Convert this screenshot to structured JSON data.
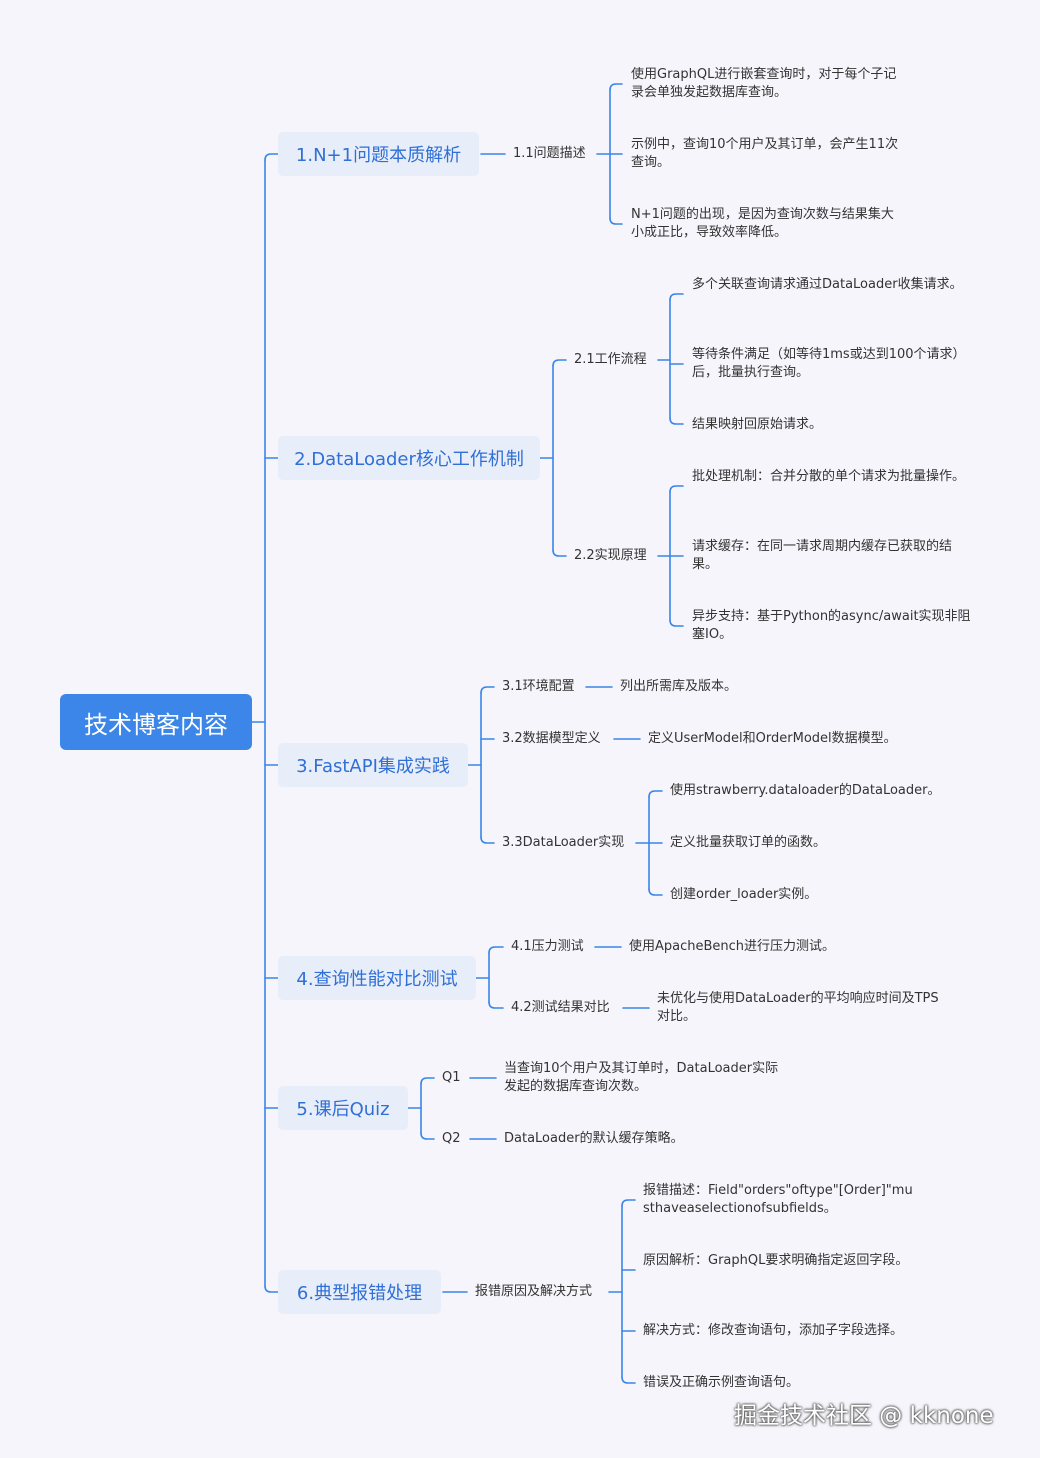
{
  "root": "技术博客内容",
  "sections": [
    {
      "title": "1.N+1问题本质解析",
      "children": [
        {
          "label": "1.1问题描述",
          "leaves": [
            "使用GraphQL进行嵌套查询时，对于每个子记录会单独发起数据库查询。",
            "示例中，查询10个用户及其订单，会产生11次查询。",
            "N+1问题的出现，是因为查询次数与结果集大小成正比，导致效率降低。"
          ]
        }
      ]
    },
    {
      "title": "2.DataLoader核心工作机制",
      "children": [
        {
          "label": "2.1工作流程",
          "leaves": [
            "多个关联查询请求通过DataLoader收集请求。",
            "等待条件满足（如等待1ms或达到100个请求）后，批量执行查询。",
            "结果映射回原始请求。"
          ]
        },
        {
          "label": "2.2实现原理",
          "leaves": [
            "批处理机制：合并分散的单个请求为批量操作。",
            "请求缓存：在同一请求周期内缓存已获取的结果。",
            "异步支持：基于Python的async/await实现非阻塞IO。"
          ]
        }
      ]
    },
    {
      "title": "3.FastAPI集成实践",
      "children": [
        {
          "label": "3.1环境配置",
          "leaves": [
            "列出所需库及版本。"
          ]
        },
        {
          "label": "3.2数据模型定义",
          "leaves": [
            "定义UserModel和OrderModel数据模型。"
          ]
        },
        {
          "label": "3.3DataLoader实现",
          "leaves": [
            "使用strawberry.dataloader的DataLoader。",
            "定义批量获取订单的函数。",
            "创建order_loader实例。"
          ]
        }
      ]
    },
    {
      "title": "4.查询性能对比测试",
      "children": [
        {
          "label": "4.1压力测试",
          "leaves": [
            "使用ApacheBench进行压力测试。"
          ]
        },
        {
          "label": "4.2测试结果对比",
          "leaves": [
            "未优化与使用DataLoader的平均响应时间及TPS对比。"
          ]
        }
      ]
    },
    {
      "title": "5.课后Quiz",
      "children": [
        {
          "label": "Q1",
          "leaves": [
            "当查询10个用户及其订单时，DataLoader实际发起的数据库查询次数。"
          ]
        },
        {
          "label": "Q2",
          "leaves": [
            "DataLoader的默认缓存策略。"
          ]
        }
      ]
    },
    {
      "title": "6.典型报错处理",
      "children": [
        {
          "label": "报错原因及解决方式",
          "leaves": [
            "报错描述：Field\"orders\"oftype\"[Order]\"musthaveaselectionofsubfields。",
            "原因解析：GraphQL要求明确指定返回字段。",
            "解决方式：修改查询语句，添加子字段选择。",
            "错误及正确示例查询语句。"
          ]
        }
      ]
    }
  ],
  "watermark": "掘金技术社区 @ kknone",
  "colors": {
    "line": "#3b86e8",
    "root_bg": "#3b86e8",
    "section_bg": "#e8eef9",
    "section_text": "#2f6fd6",
    "text": "#333333"
  }
}
